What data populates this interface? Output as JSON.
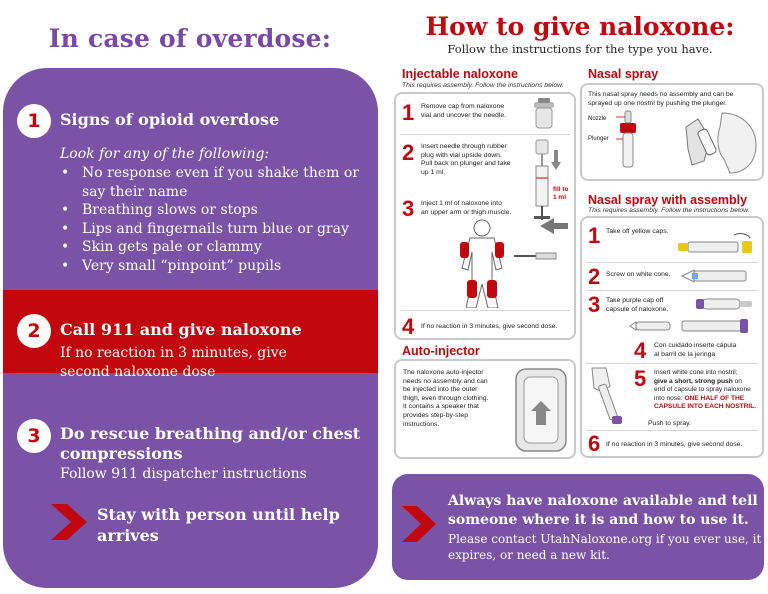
{
  "left": {
    "title": "In case of overdose:",
    "step1": {
      "number": "1",
      "heading": "Signs of opioid overdose",
      "intro": "Look for any of the following:",
      "signs": [
        "No response even if you shake them or say their name",
        "Breathing slows or stops",
        "Lips and fingernails turn blue or gray",
        "Skin gets pale or clammy",
        "Very small “pinpoint” pupils"
      ]
    },
    "step2": {
      "number": "2",
      "heading": "Call 911 and give naloxone",
      "text_line1": "If no reaction in 3 minutes, give",
      "text_line2": "second naloxone dose"
    },
    "step3": {
      "number": "3",
      "heading_line1": "Do rescue breathing and/or chest",
      "heading_line2": "compressions",
      "text": "Follow 911 dispatcher instructions"
    },
    "stay": {
      "line1": "Stay with person until help",
      "line2": "arrives"
    }
  },
  "right": {
    "title": "How to give naloxone:",
    "subtitle": "Follow the instructions for the type you have.",
    "injectable": {
      "heading": "Injectable naloxone",
      "note": "This requires assembly. Follow the instructions below.",
      "steps": [
        {
          "n": "1",
          "line1": "Remove cap from naloxone",
          "line2": "vial and uncover the needle."
        },
        {
          "n": "2",
          "line1": "Insert needle through rubber",
          "line2": "plug with vial upside down.",
          "line3": "Pull back on plunger and take",
          "line4": "up 1 ml."
        },
        {
          "n": "3",
          "line1": "Inject 1 ml of naloxone into",
          "line2": "an upper arm or thigh muscle."
        },
        {
          "n": "4",
          "line1": "If no reaction in 3 minutes, give second dose."
        }
      ],
      "fill_label_1": "fill to",
      "fill_label_2": "1 ml"
    },
    "autoinjector": {
      "heading": "Auto-injector",
      "lines": [
        "The naloxone auto-injector",
        "needs no assembly and can",
        "be injected into the outer",
        "thigh, even through clothing.",
        "It contains a speaker that",
        "provides step-by-step",
        "instructions."
      ]
    },
    "nasal": {
      "heading": "Nasal spray",
      "line1": "This nasal spray needs no assembly and can be",
      "line2": "sprayed up one nostril by pushing the plunger.",
      "nozzle_label": "Nozzle",
      "plunger_label": "Plunger"
    },
    "nasal_assembly": {
      "heading": "Nasal spray with assembly",
      "note": "This requires assembly. Follow the instructions below.",
      "s1": {
        "n": "1",
        "text": "Take off yellow caps."
      },
      "s2": {
        "n": "2",
        "text": "Screw on white cone."
      },
      "s3": {
        "n": "3",
        "line1": "Take purple cap off",
        "line2": "capsule of naloxone."
      },
      "s4": {
        "n": "4",
        "line1": "Con cuidado inserte cápula",
        "line2": "al barril de la jeringa"
      },
      "s5": {
        "n": "5",
        "line1": "Insert white cone into nostril;",
        "line2_bold": "give a short, strong push",
        "line2_rest": " on",
        "line3": "end of capsule to spray naloxone",
        "line4_plain": "into nose: ",
        "line4_red": "ONE HALF OF THE",
        "line5_red": "CAPSULE INTO EACH NOSTRIL.",
        "push_label": "Push to spray."
      },
      "s6": {
        "n": "6",
        "text": "If no reaction in 3 minutes, give second dose."
      }
    },
    "bottom": {
      "line1": "Always have naloxone available and tell",
      "line2": "someone where it is and how to use it.",
      "line3": "Please contact UtahNaloxone.org if you ever use, it",
      "line4": "expires, or need a new kit."
    }
  },
  "colors": {
    "purple": "#7a53a6",
    "red": "#c3070f",
    "title_purple": "#7b47a8"
  }
}
